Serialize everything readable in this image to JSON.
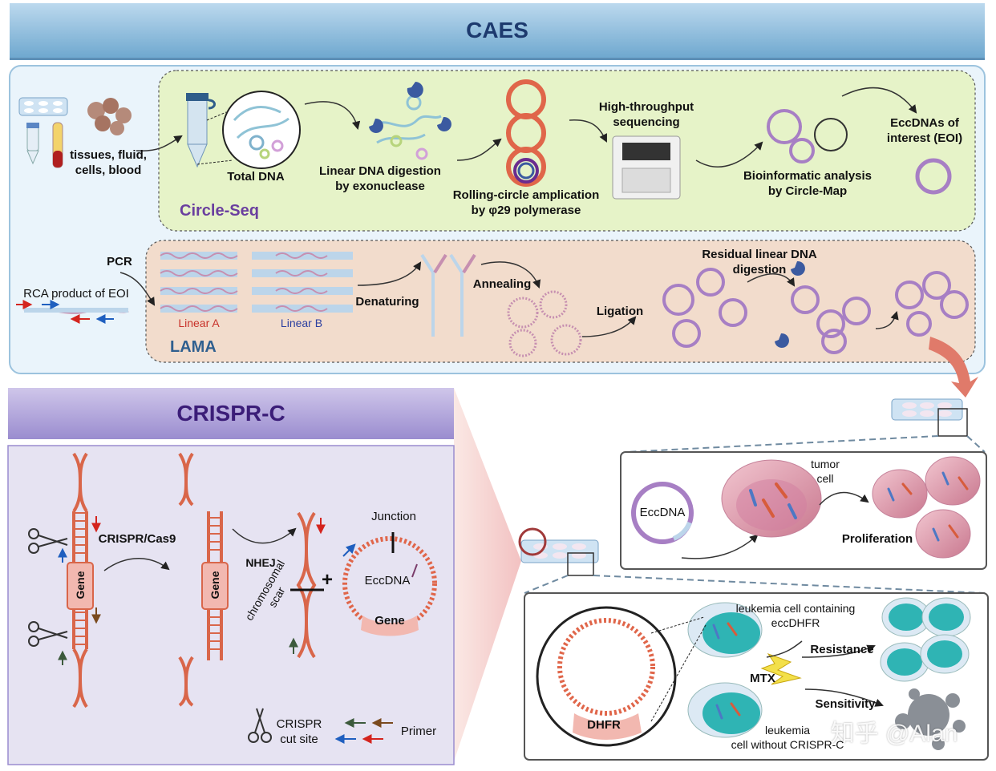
{
  "caes": {
    "title": "CAES",
    "sample_label": "tissues, fluid,\ncells, blood",
    "circle_seq": {
      "name": "Circle-Seq",
      "total_dna": "Total DNA",
      "linear_digestion": "Linear DNA digestion\nby exonuclease",
      "rolling_circle": "Rolling-circle amplication\nby φ29 polymerase",
      "sequencing": "High-throughput\nsequencing",
      "bioinformatic": "Bioinformatic analysis\nby Circle-Map",
      "eoi": "EccDNAs of\ninterest (EOI)"
    },
    "lama": {
      "name": "LAMA",
      "pcr": "PCR",
      "rca_product": "RCA product of EOI",
      "linear_a": "Linear A",
      "linear_b": "Linear B",
      "denaturing": "Denaturing",
      "annealing": "Annealing",
      "ligation": "Ligation",
      "residual": "Residual linear DNA\ndigestion"
    }
  },
  "crispr_c": {
    "title": "CRISPR-C",
    "crispr_cas9": "CRISPR/Cas9",
    "gene": "Gene",
    "nhej": "NHEJ",
    "chromosomal_scar": "chromosomal\nscar",
    "plus": "+",
    "junction": "Junction",
    "eccdna": "EccDNA",
    "legend_cut": "CRISPR\ncut site",
    "legend_primer": "Primer"
  },
  "proliferation_panel": {
    "eccdna": "EccDNA",
    "tumor_cell": "tumor\ncell",
    "proliferation": "Proliferation"
  },
  "resistance_panel": {
    "dhfr": "DHFR",
    "leukemia_with": "leukemia cell containing\neccDHFR",
    "resistance": "Resistance",
    "mtx": "MTX",
    "sensitivity": "Sensitivity",
    "leukemia_without": "leukemia\ncell without CRISPR-C"
  },
  "watermark": "知乎 @Alan",
  "colors": {
    "caes_banner": "#6fa8cf",
    "crispr_banner": "#9a8ccf",
    "circle_seq_bg": "#e6f3c8",
    "lama_bg": "#f2dccc",
    "crispr_bg": "#e6e3f2",
    "eccdna_purple": "#a77fc4",
    "dna_red": "#d9664a"
  }
}
